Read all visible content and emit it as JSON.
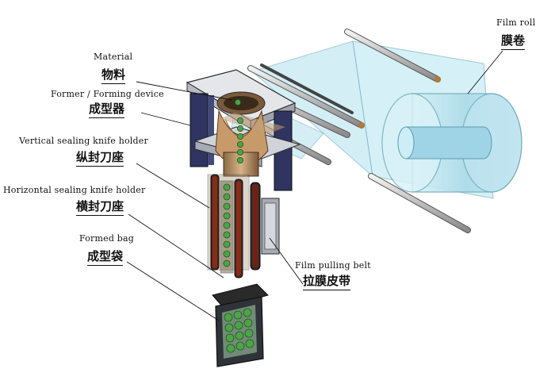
{
  "labels": {
    "film_roll": {
      "en": "Film roll",
      "zh": "膜卷"
    },
    "material": {
      "en": "Material",
      "zh": "物料"
    },
    "former": {
      "en": "Former / Forming device",
      "zh": "成型器"
    },
    "vertical_sealer": {
      "en": "Vertical sealing knife holder",
      "zh": "纵封刀座"
    },
    "horizontal_sealer": {
      "en": "Horizontal sealing knife holder",
      "zh": "横封刀座"
    },
    "formed_bag": {
      "en": "Formed bag",
      "zh": "成型袋"
    },
    "pulling_belt": {
      "en": "Film pulling belt",
      "zh": "拉膜皮带"
    }
  },
  "colors": {
    "film": "#bfe6f2",
    "film_edge": "#7fb6c8",
    "frame_dark": "#2f3560",
    "metal": "#cfd2d8",
    "product": "#4fa24a",
    "brass": "#b08a5a",
    "belt": "#8a2a18"
  }
}
